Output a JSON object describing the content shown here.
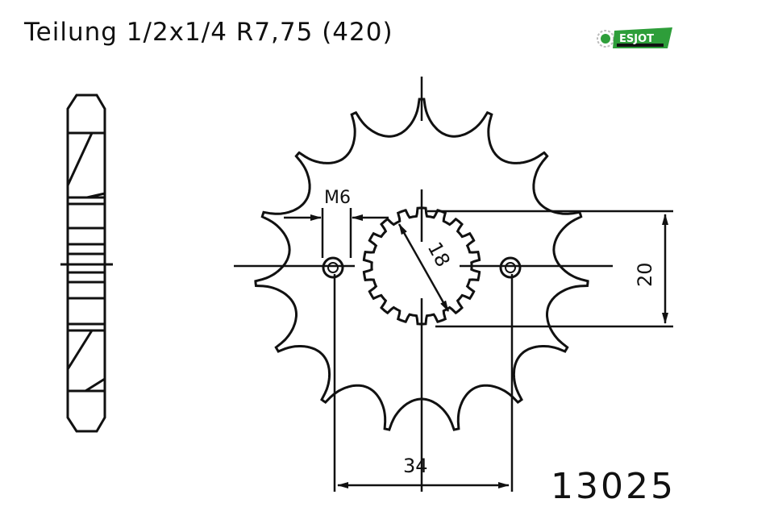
{
  "title": "Teilung 1/2x1/4 R7,75 (420)",
  "part_number": "13025",
  "logo": {
    "text": "ESJOT",
    "color": "#2e9e3a"
  },
  "dimensions": {
    "thread": "M6",
    "bore": "18",
    "height": "20",
    "hole_spacing": "34"
  },
  "colors": {
    "line": "#111111"
  }
}
